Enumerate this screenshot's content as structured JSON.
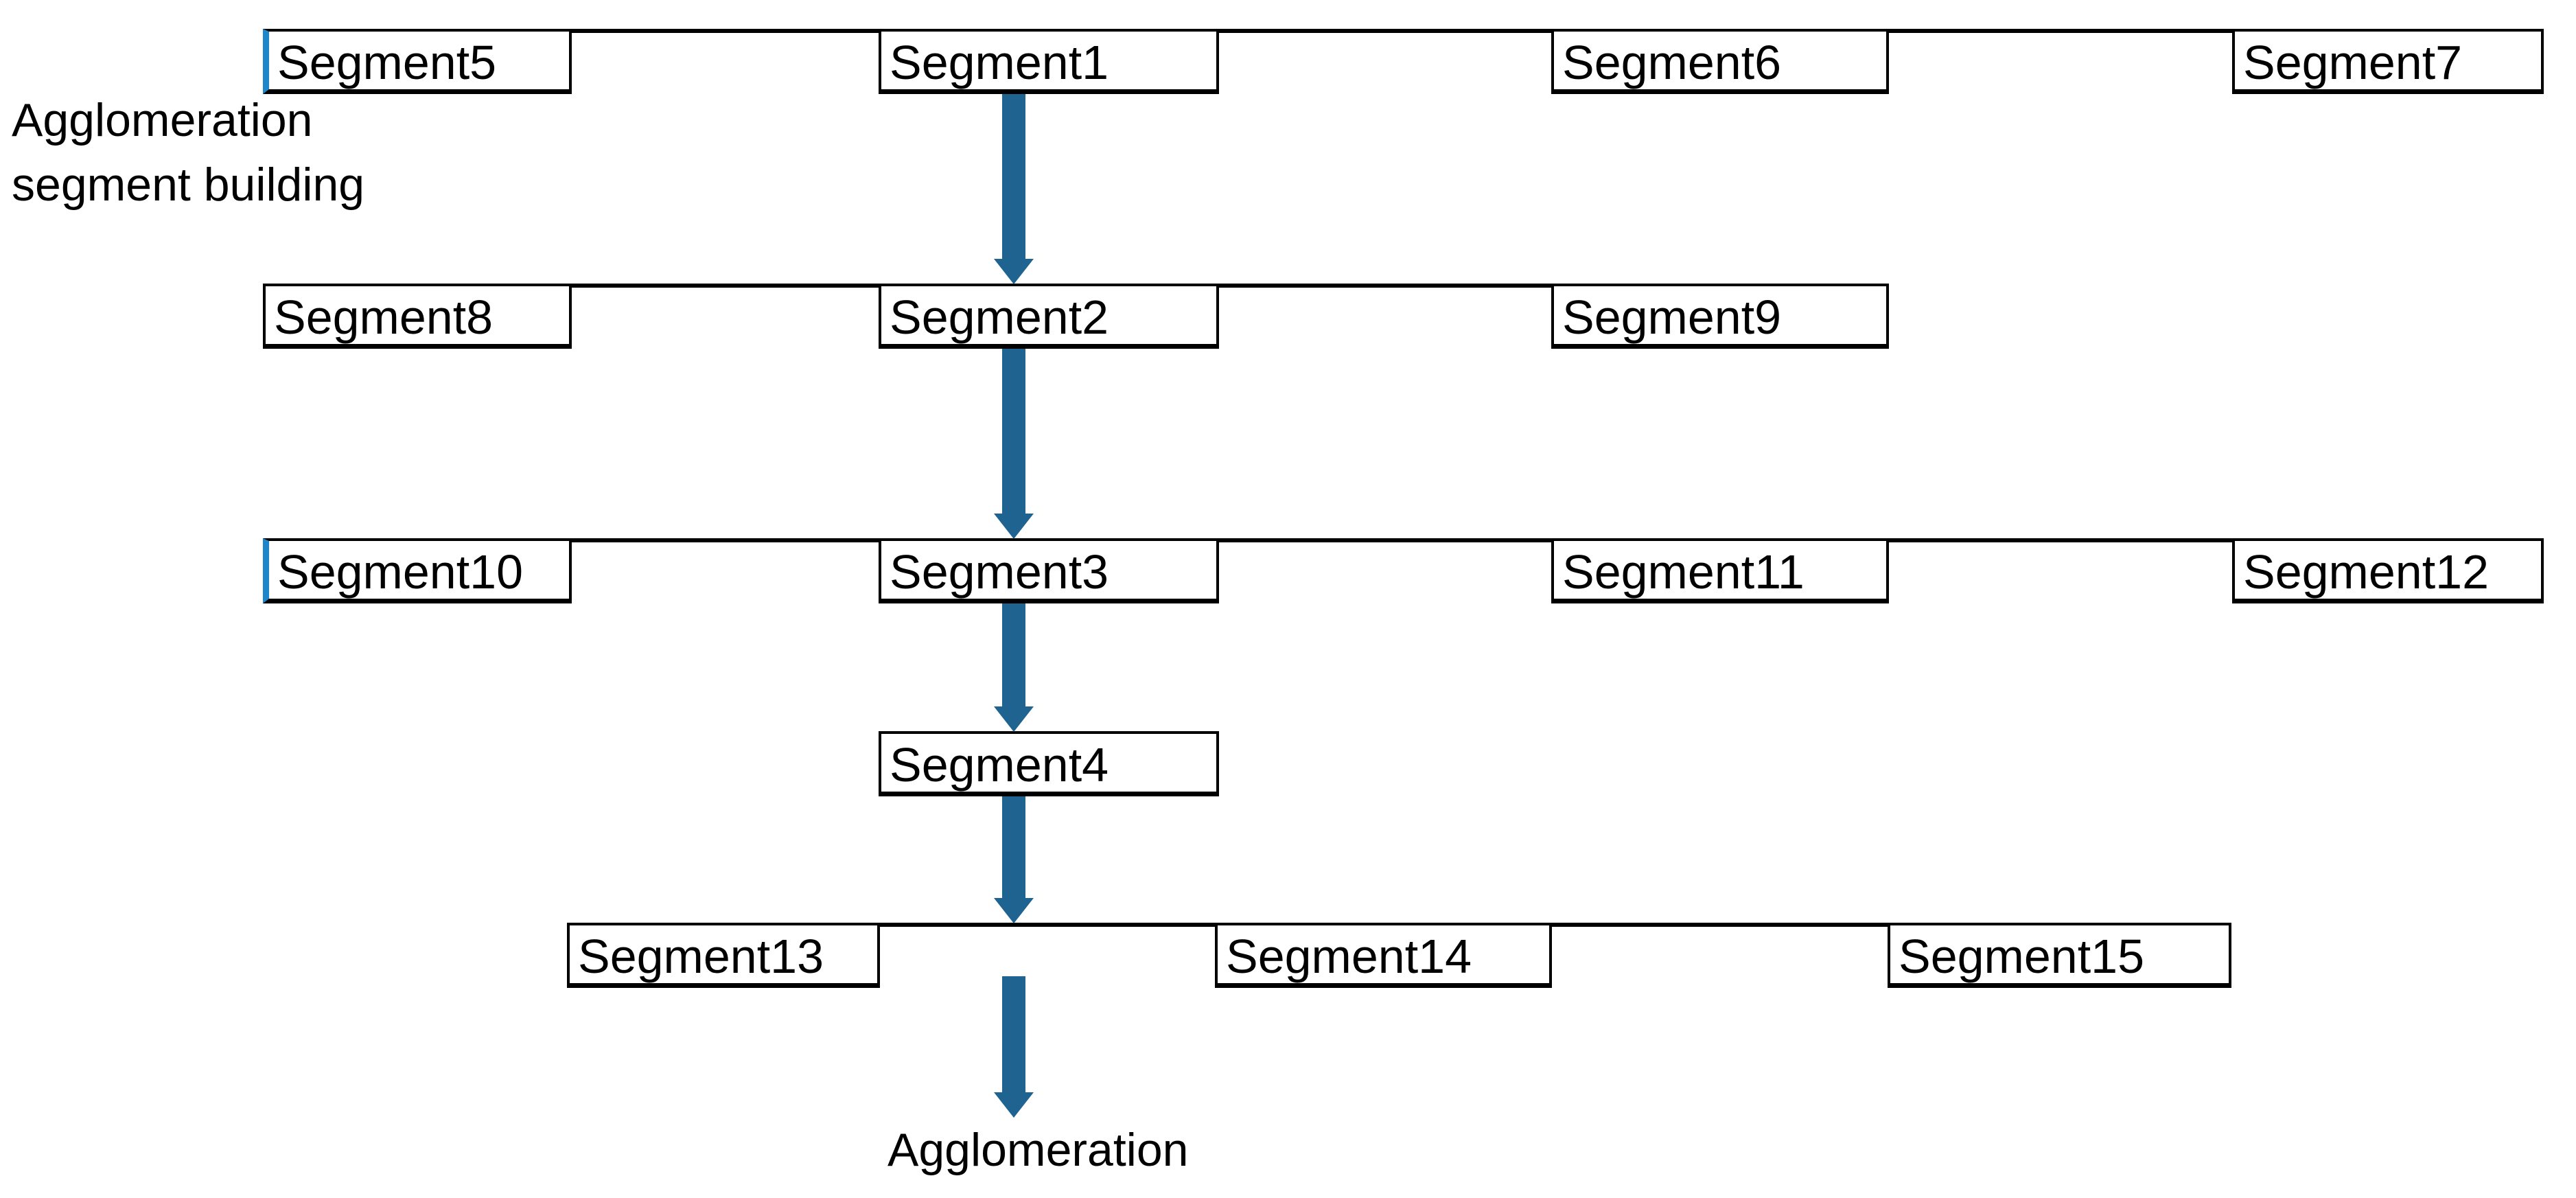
{
  "diagram": {
    "side_label": {
      "line1": "Agglomeration",
      "line2": "segment building"
    },
    "bottom_label": "Agglomeration",
    "rows": [
      {
        "segments": [
          "Segment5",
          "Segment1",
          "Segment6",
          "Segment7"
        ]
      },
      {
        "segments": [
          "Segment8",
          "Segment2",
          "Segment9"
        ]
      },
      {
        "segments": [
          "Segment10",
          "Segment3",
          "Segment11",
          "Segment12"
        ]
      },
      {
        "segments": [
          "Segment4"
        ]
      },
      {
        "segments": [
          "Segment13",
          "Segment14",
          "Segment15"
        ]
      }
    ],
    "colors": {
      "arrow": "#1F6391",
      "marker": "#1E87C9",
      "line": "#000000"
    }
  }
}
